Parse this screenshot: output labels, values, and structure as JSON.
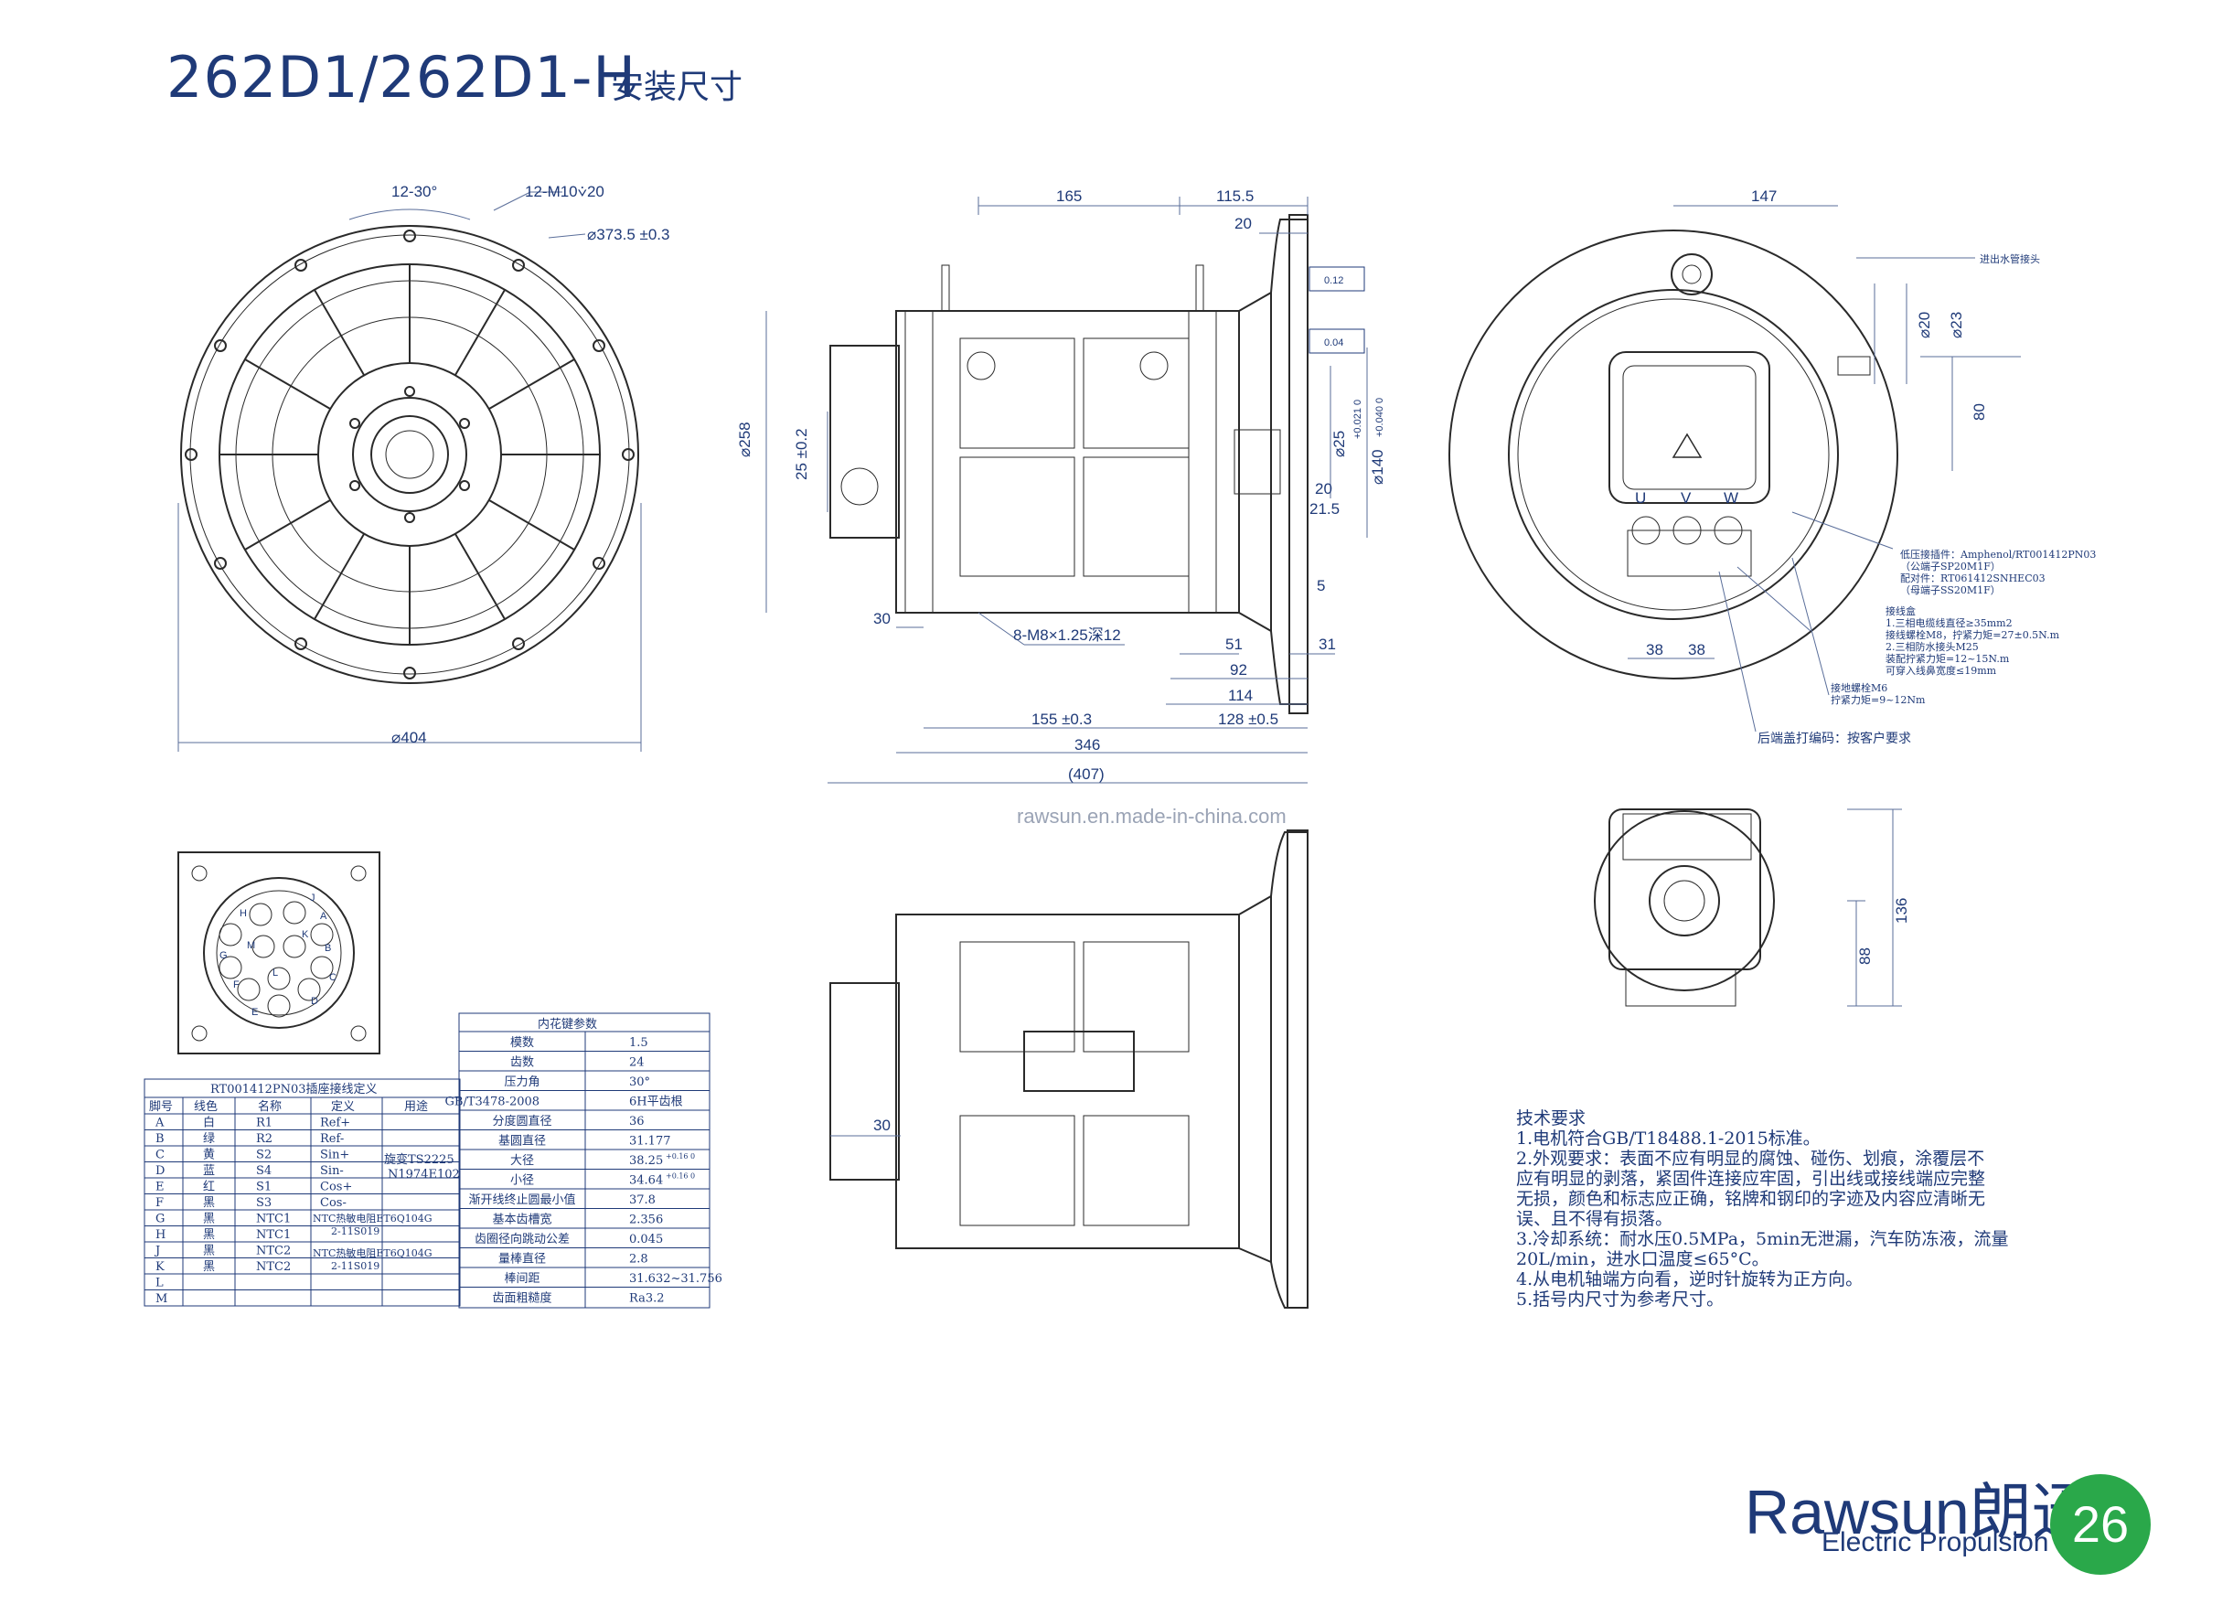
{
  "title": "262D1/262D1-H",
  "subtitle": "安装尺寸",
  "watermark": "rawsun.en.made-in-china.com",
  "brand": {
    "name": "Rawsun朗迅",
    "sub": "Electric Propulsion",
    "page": "26"
  },
  "front_view": {
    "dims": [
      "12-30°",
      "12-M10⩒20",
      "⌀373.5 ±0.3",
      "⌀404"
    ]
  },
  "side_view": {
    "dims": [
      "165",
      "115.5",
      "20",
      "⌀258",
      "25 ±0.2",
      "⌀25",
      "+0.021 0",
      "⌀140",
      "+0.040 0",
      "20",
      "21.5",
      "5",
      "30",
      "51",
      "31",
      "92",
      "114",
      "155 ±0.3",
      "128 ±0.5",
      "346",
      "(407)",
      "8-M8×1.25深12"
    ],
    "tolerances": [
      "0.12",
      "0.04"
    ]
  },
  "rear_view": {
    "dims": [
      "147",
      "⌀20",
      "⌀23",
      "80",
      "38",
      "38"
    ],
    "phases": [
      "U",
      "V",
      "W"
    ],
    "labels": [
      "进出水管接头",
      "低压接插件：Amphenol/RT001412PN03",
      "（公端子SP20M1F）",
      "配对件：RT061412SNHEC03",
      "（母端子SS20M1F）",
      "接线盒",
      "1.三相电缆线直径≥35mm2",
      "接线螺栓M8，拧紧力矩=27±0.5N.m",
      "2.三相防水接头M25",
      "装配拧紧力矩=12~15N.m",
      "可穿入线鼻宽度≤19mm",
      "接地螺栓M6",
      "拧紧力矩=9~12Nm",
      "后端盖打编码：按客户要求"
    ]
  },
  "bottom_view": {
    "dims": [
      "30"
    ]
  },
  "small_view": {
    "dims": [
      "88",
      "136"
    ]
  },
  "connector": {
    "pins": [
      "J",
      "H",
      "A",
      "B",
      "M",
      "K",
      "G",
      "C",
      "F",
      "L",
      "D",
      "E"
    ]
  },
  "pin_table": {
    "title": "RT001412PN03插座接线定义",
    "headers": [
      "脚号",
      "线色",
      "名称",
      "定义",
      "用途"
    ],
    "rows": [
      [
        "A",
        "白",
        "R1",
        "Ref+",
        ""
      ],
      [
        "B",
        "绿",
        "R2",
        "Ref-",
        ""
      ],
      [
        "C",
        "黄",
        "S2",
        "Sin+",
        ""
      ],
      [
        "D",
        "蓝",
        "S4",
        "Sin-",
        ""
      ],
      [
        "E",
        "红",
        "S1",
        "Cos+",
        ""
      ],
      [
        "F",
        "黑",
        "S3",
        "Cos-",
        ""
      ],
      [
        "G",
        "黑",
        "NTC1",
        "",
        ""
      ],
      [
        "H",
        "黑",
        "NTC1",
        "",
        ""
      ],
      [
        "J",
        "黑",
        "NTC2",
        "",
        ""
      ],
      [
        "K",
        "黑",
        "NTC2",
        "",
        ""
      ],
      [
        "L",
        "",
        "",
        "",
        ""
      ],
      [
        "M",
        "",
        "",
        "",
        ""
      ]
    ],
    "merged": [
      "旋变TS2225",
      "N1974E102",
      "NTC热敏电阻ET6Q104G",
      "2-11S019",
      "NTC热敏电阻ET6Q104G",
      "2-11S019"
    ]
  },
  "spline_table": {
    "title": "内花键参数",
    "rows": [
      [
        "模数",
        "1.5"
      ],
      [
        "齿数",
        "24"
      ],
      [
        "压力角",
        "30°"
      ],
      [
        "GB/T3478-2008",
        "6H平齿根"
      ],
      [
        "分度圆直径",
        "36"
      ],
      [
        "基圆直径",
        "31.177"
      ],
      [
        "大径",
        "38.25",
        "+0.16 0"
      ],
      [
        "小径",
        "34.64",
        "+0.16 0"
      ],
      [
        "渐开线终止圆最小值",
        "37.8"
      ],
      [
        "基本齿槽宽",
        "2.356"
      ],
      [
        "齿圈径向跳动公差",
        "0.045"
      ],
      [
        "量棒直径",
        "2.8"
      ],
      [
        "棒间距",
        "31.632~31.756"
      ],
      [
        "齿面粗糙度",
        "Ra3.2"
      ]
    ]
  },
  "tech_notes": [
    "技术要求",
    "1.电机符合GB/T18488.1-2015标准。",
    "2.外观要求：表面不应有明显的腐蚀、碰伤、划痕，涂覆层不",
    "应有明显的剥落，紧固件连接应牢固，引出线或接线端应完整",
    "无损，颜色和标志应正确，铭牌和钢印的字迹及内容应清晰无",
    "误、且不得有损落。",
    "3.冷却系统：耐水压0.5MPa，5min无泄漏，汽车防冻液，流量",
    "20L/min，进水口温度≤65°C。",
    "4.从电机轴端方向看，逆时针旋转为正方向。",
    "5.括号内尺寸为参考尺寸。"
  ]
}
